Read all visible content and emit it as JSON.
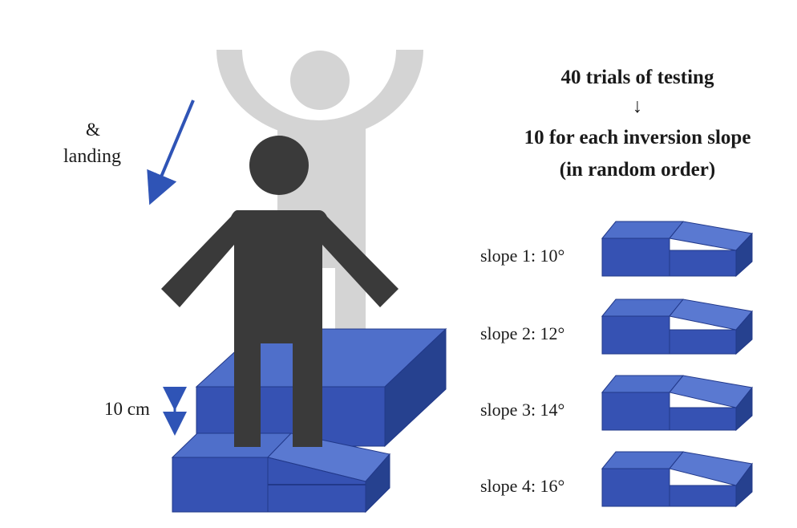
{
  "jump": {
    "ampersand": "&",
    "landing": "landing"
  },
  "height_label": "10 cm",
  "protocol": {
    "line1": "40 trials of testing",
    "arrow": "↓",
    "line2": "10 for each inversion slope",
    "line3": "(in random order)"
  },
  "slopes": [
    {
      "label": "slope 1: 10°"
    },
    {
      "label": "slope 2: 12°"
    },
    {
      "label": "slope 3: 14°"
    },
    {
      "label": "slope 4: 16°"
    }
  ],
  "colors": {
    "block_front": "#3652b3",
    "block_top": "#4f6fca",
    "block_side": "#26418f",
    "edge": "#22398a",
    "figure_dark": "#3a3a3a",
    "figure_light": "#d4d4d4",
    "arrow": "#2f54b6"
  }
}
